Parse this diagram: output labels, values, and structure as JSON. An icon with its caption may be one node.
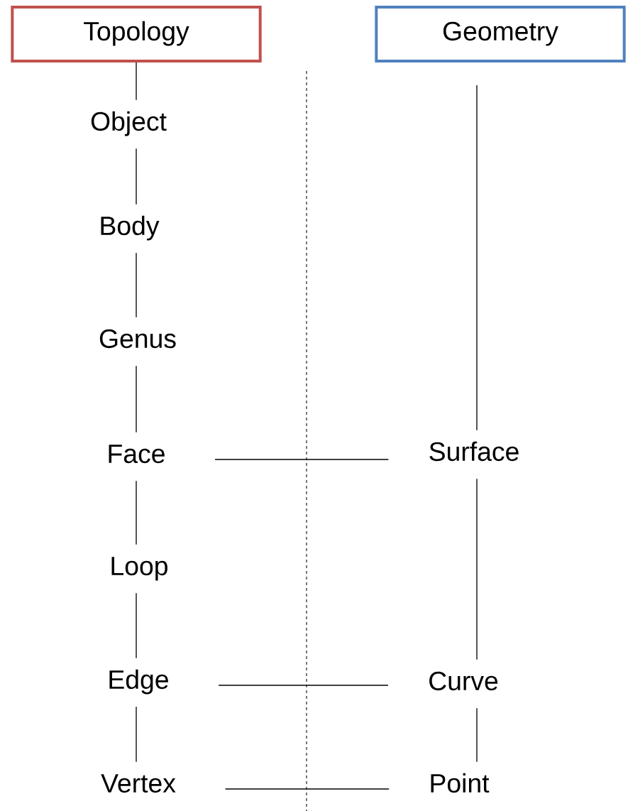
{
  "diagram": {
    "nodes": [
      {
        "text": [
          "Topology"
        ]
      },
      {
        "text": [
          "Geometry"
        ]
      },
      {
        "text": [
          "Object"
        ]
      },
      {
        "text": [
          "Body"
        ]
      },
      {
        "text": [
          "Genus"
        ]
      },
      {
        "text": [
          "Face"
        ]
      },
      {
        "text": [
          "Loop"
        ]
      },
      {
        "text": [
          "Edge"
        ]
      },
      {
        "text": [
          "Vertex"
        ]
      },
      {
        "text": [
          "Surface"
        ]
      },
      {
        "text": [
          "Curve"
        ]
      },
      {
        "text": [
          "Point"
        ]
      }
    ],
    "edges": [
      {
        "from": 0,
        "to": 2,
        "arrow": "none"
      },
      {
        "from": 2,
        "to": 3,
        "arrow": "none"
      },
      {
        "from": 3,
        "to": 4,
        "arrow": "none"
      },
      {
        "from": 4,
        "to": 5,
        "arrow": "none"
      },
      {
        "from": 5,
        "to": 6,
        "arrow": "none"
      },
      {
        "from": 6,
        "to": 7,
        "arrow": "none"
      },
      {
        "from": 7,
        "to": 8,
        "arrow": "none"
      },
      {
        "from": 1,
        "to": 9,
        "arrow": "none"
      },
      {
        "from": 9,
        "to": 10,
        "arrow": "none"
      },
      {
        "from": 10,
        "to": 11,
        "arrow": "none"
      },
      {
        "from": 5,
        "to": 9,
        "arrow": "none"
      },
      {
        "from": 7,
        "to": 10,
        "arrow": "none"
      },
      {
        "from": 8,
        "to": 11,
        "arrow": "none"
      }
    ]
  }
}
